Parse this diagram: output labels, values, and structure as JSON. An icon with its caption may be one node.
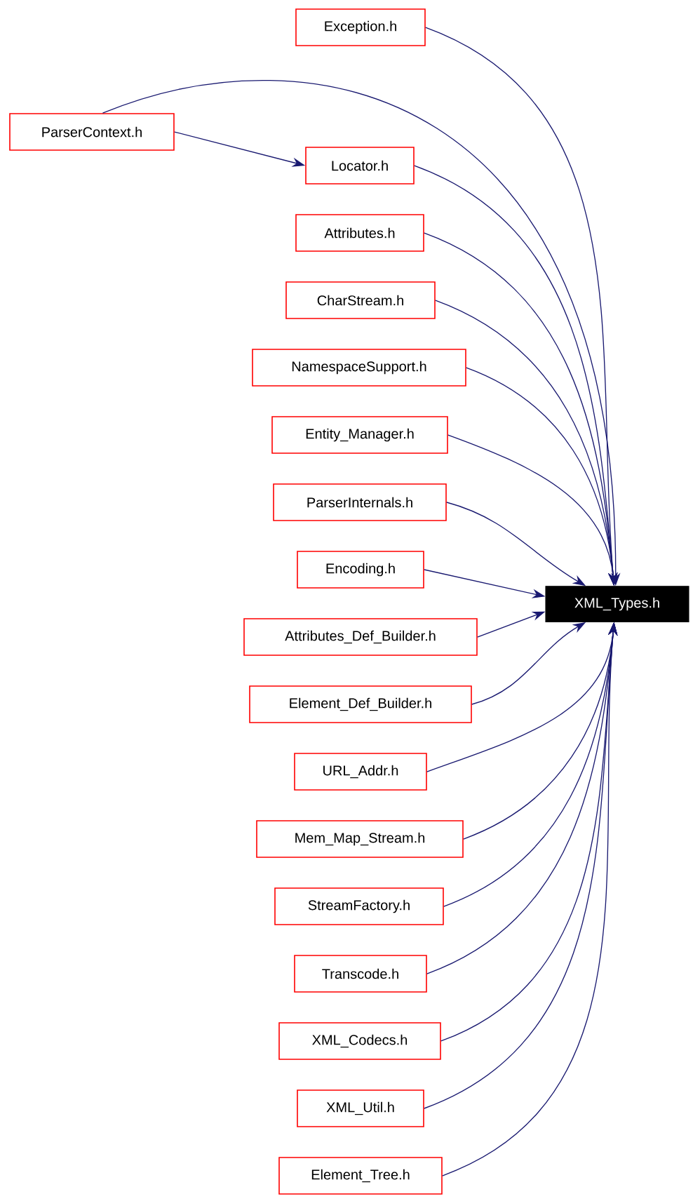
{
  "diagram": {
    "nodes": [
      {
        "text": [
          "Exception.h"
        ]
      },
      {
        "text": [
          "ParserContext.h"
        ]
      },
      {
        "text": [
          "Locator.h"
        ]
      },
      {
        "text": [
          "Attributes.h"
        ]
      },
      {
        "text": [
          "CharStream.h"
        ]
      },
      {
        "text": [
          "NamespaceSupport.h"
        ]
      },
      {
        "text": [
          "Entity_Manager.h"
        ]
      },
      {
        "text": [
          "ParserInternals.h"
        ]
      },
      {
        "text": [
          "Encoding.h"
        ]
      },
      {
        "text": [
          "Attributes_Def_Builder.h"
        ]
      },
      {
        "text": [
          "Element_Def_Builder.h"
        ]
      },
      {
        "text": [
          "URL_Addr.h"
        ]
      },
      {
        "text": [
          "Mem_Map_Stream.h"
        ]
      },
      {
        "text": [
          "StreamFactory.h"
        ]
      },
      {
        "text": [
          "Transcode.h"
        ]
      },
      {
        "text": [
          "XML_Codecs.h"
        ]
      },
      {
        "text": [
          "XML_Util.h"
        ]
      },
      {
        "text": [
          "Element_Tree.h"
        ]
      },
      {
        "text": [
          "XML_Types.h"
        ]
      }
    ],
    "edges": [
      {
        "from": 0,
        "to": 18,
        "arrow": "to"
      },
      {
        "from": 1,
        "to": 18,
        "arrow": "to"
      },
      {
        "from": 1,
        "to": 2,
        "arrow": "to"
      },
      {
        "from": 2,
        "to": 18,
        "arrow": "to"
      },
      {
        "from": 3,
        "to": 18,
        "arrow": "to"
      },
      {
        "from": 4,
        "to": 18,
        "arrow": "to"
      },
      {
        "from": 5,
        "to": 18,
        "arrow": "to"
      },
      {
        "from": 6,
        "to": 18,
        "arrow": "to"
      },
      {
        "from": 7,
        "to": 18,
        "arrow": "to"
      },
      {
        "from": 8,
        "to": 18,
        "arrow": "to"
      },
      {
        "from": 9,
        "to": 18,
        "arrow": "to"
      },
      {
        "from": 10,
        "to": 18,
        "arrow": "to"
      },
      {
        "from": 11,
        "to": 18,
        "arrow": "to"
      },
      {
        "from": 12,
        "to": 18,
        "arrow": "to"
      },
      {
        "from": 13,
        "to": 18,
        "arrow": "to"
      },
      {
        "from": 14,
        "to": 18,
        "arrow": "to"
      },
      {
        "from": 15,
        "to": 18,
        "arrow": "to"
      },
      {
        "from": 16,
        "to": 18,
        "arrow": "to"
      },
      {
        "from": 17,
        "to": 18,
        "arrow": "to"
      }
    ]
  }
}
